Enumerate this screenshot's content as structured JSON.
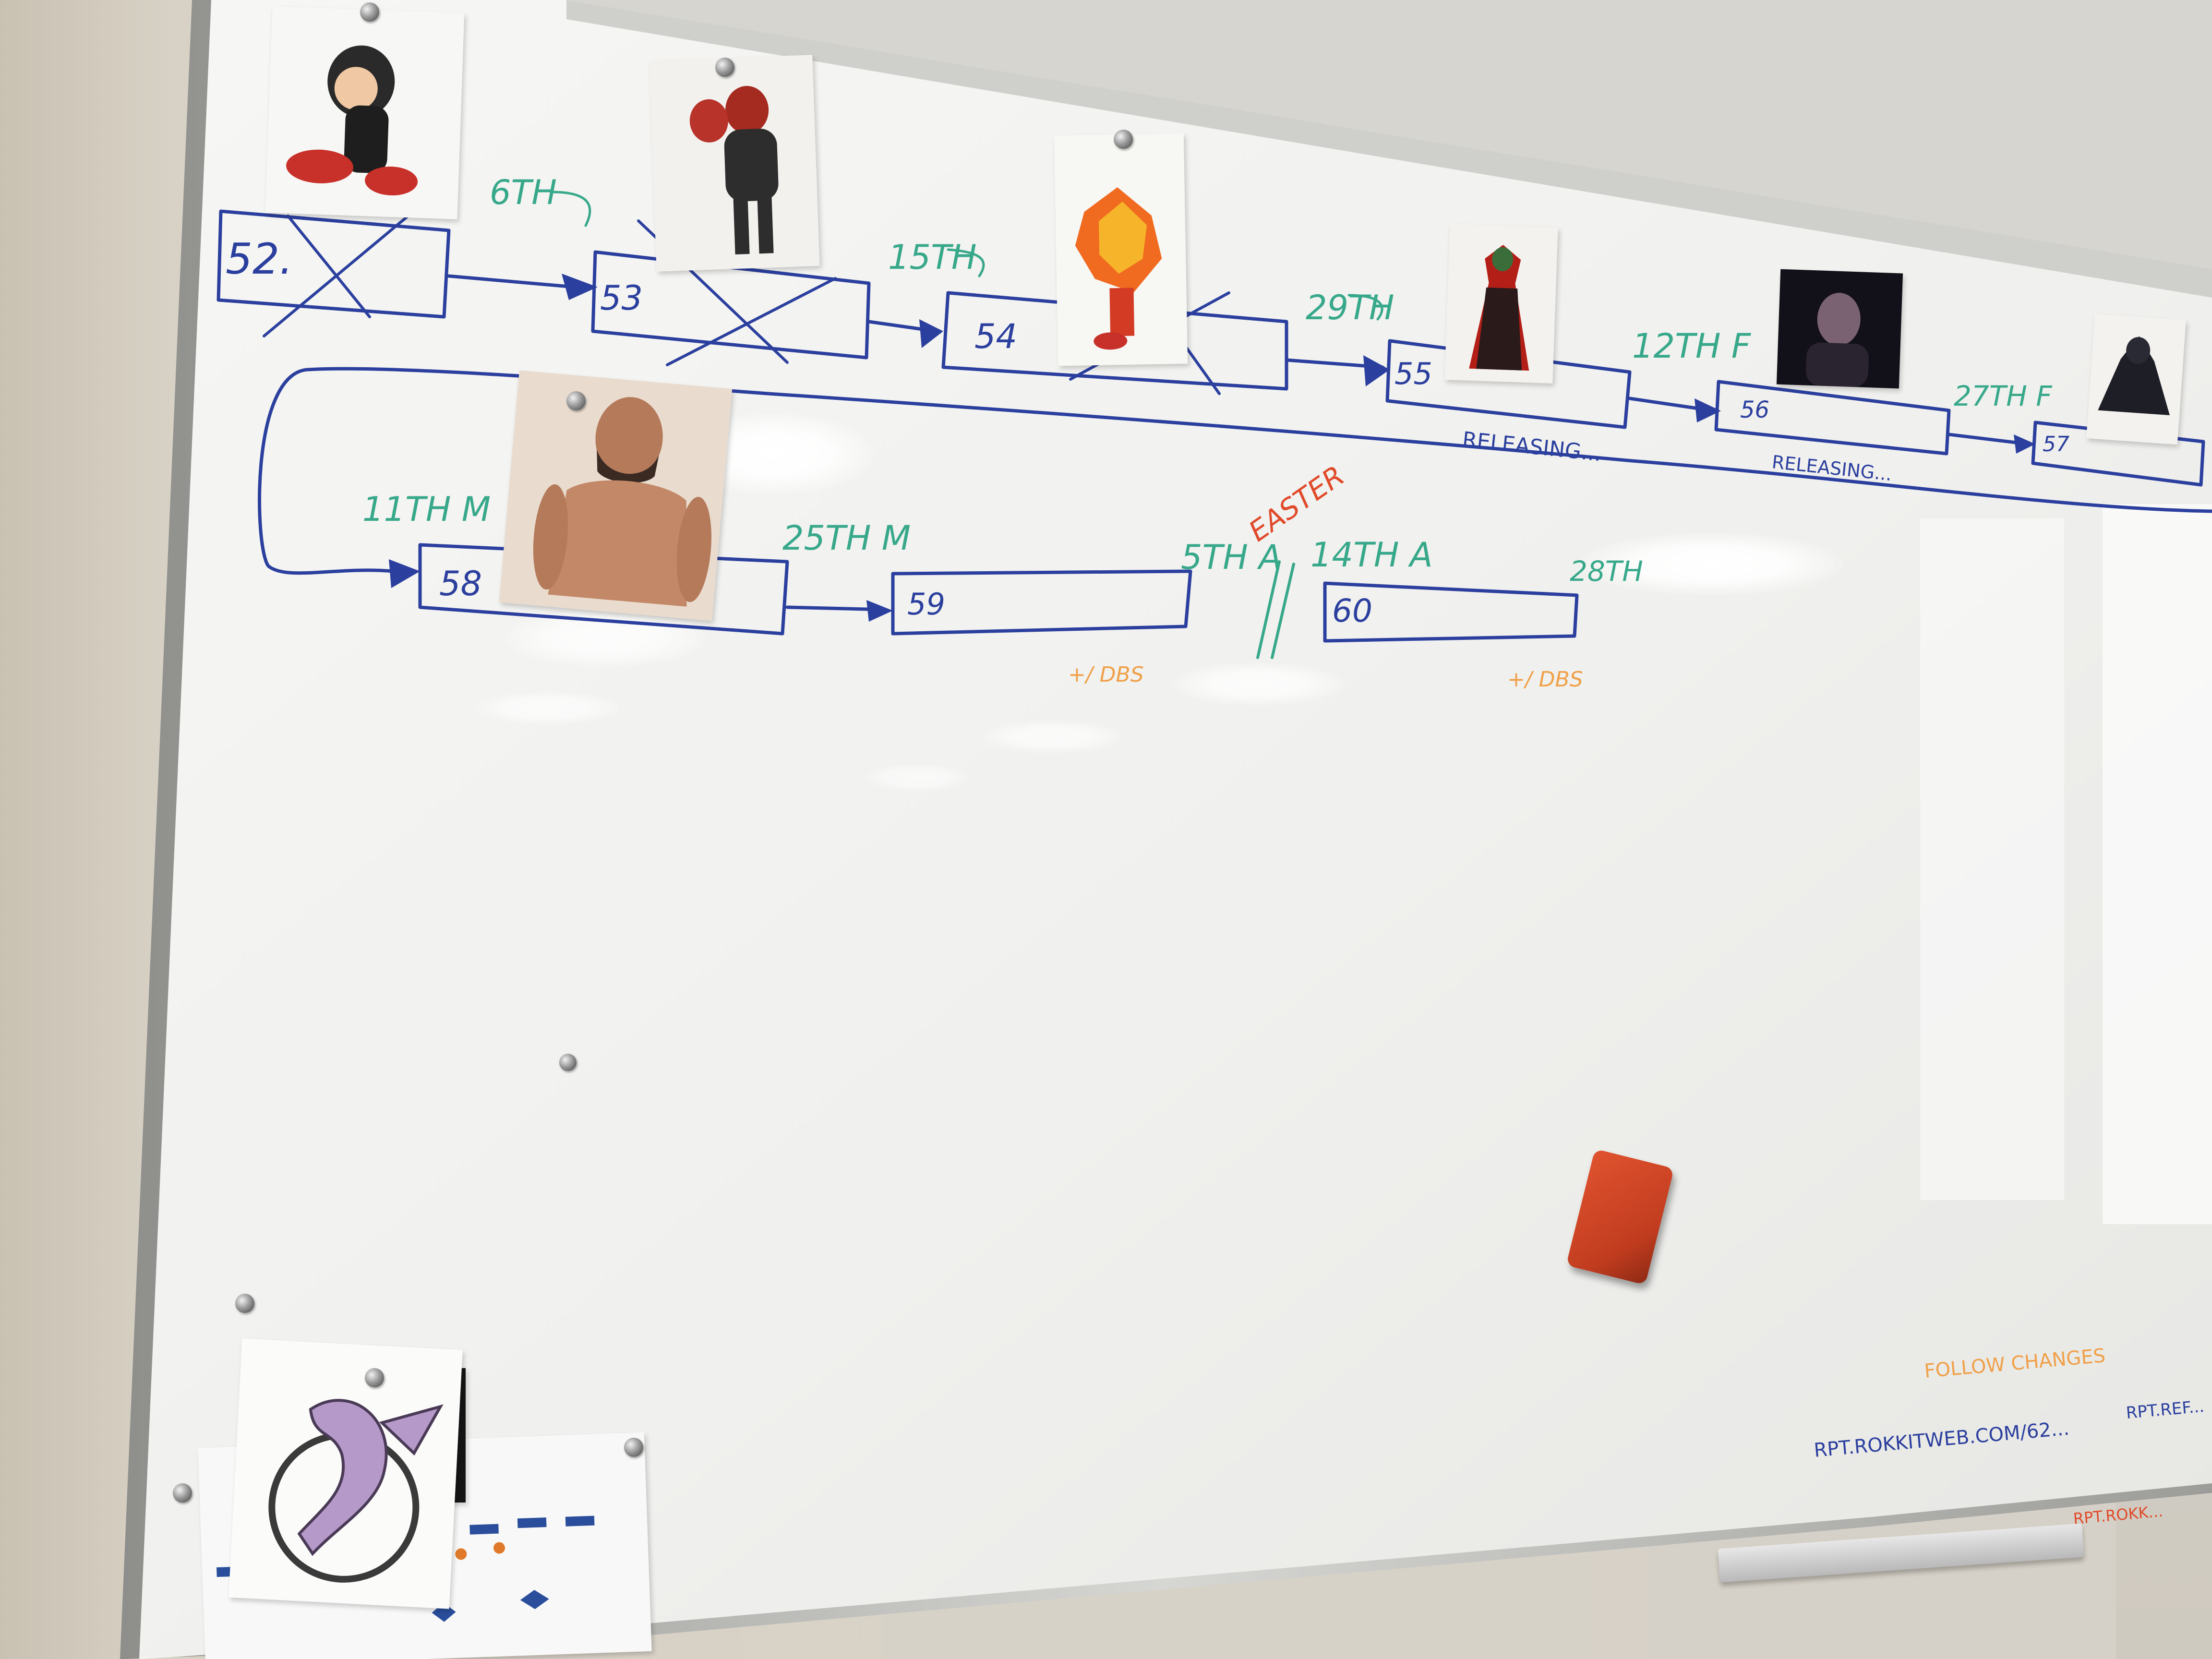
{
  "scene": {
    "description_free": true
  },
  "timeline_row1": [
    {
      "label": "52.",
      "date": "",
      "crossed": true
    },
    {
      "label": "53",
      "date": "6TH",
      "crossed": true
    },
    {
      "label": "54",
      "date": "15TH",
      "crossed": true
    },
    {
      "label": "55",
      "date": "29TH",
      "note": "RELEASING..."
    },
    {
      "label": "56",
      "date": "12TH F",
      "note": "RELEASING..."
    },
    {
      "label": "57",
      "date": "27TH F"
    }
  ],
  "timeline_row2": [
    {
      "label": "58",
      "date": "11TH M"
    },
    {
      "label": "59",
      "date": "25TH M",
      "note": "+/ DBS"
    },
    {
      "label": "60",
      "date": "14TH A",
      "note": "+/ DBS"
    }
  ],
  "annotations": {
    "easter": "EASTER",
    "easter_date": "5TH A",
    "row2_end_date": "28TH",
    "bottom_orange": "FOLLOW CHANGES",
    "bottom_url": "RPT.ROKKITWEB.COM/62...",
    "bottom_right": "RPT.REF...",
    "bottom_red": "RPT.ROKK..."
  },
  "colors": {
    "blue_marker": "#2b3f9e",
    "green_marker": "#37a88a",
    "red_marker": "#e04a2a",
    "orange_marker": "#f0a048",
    "board_white": "#f3f3f1",
    "frame_silver": "#b9b9b6",
    "eraser_red": "#d5482a"
  }
}
